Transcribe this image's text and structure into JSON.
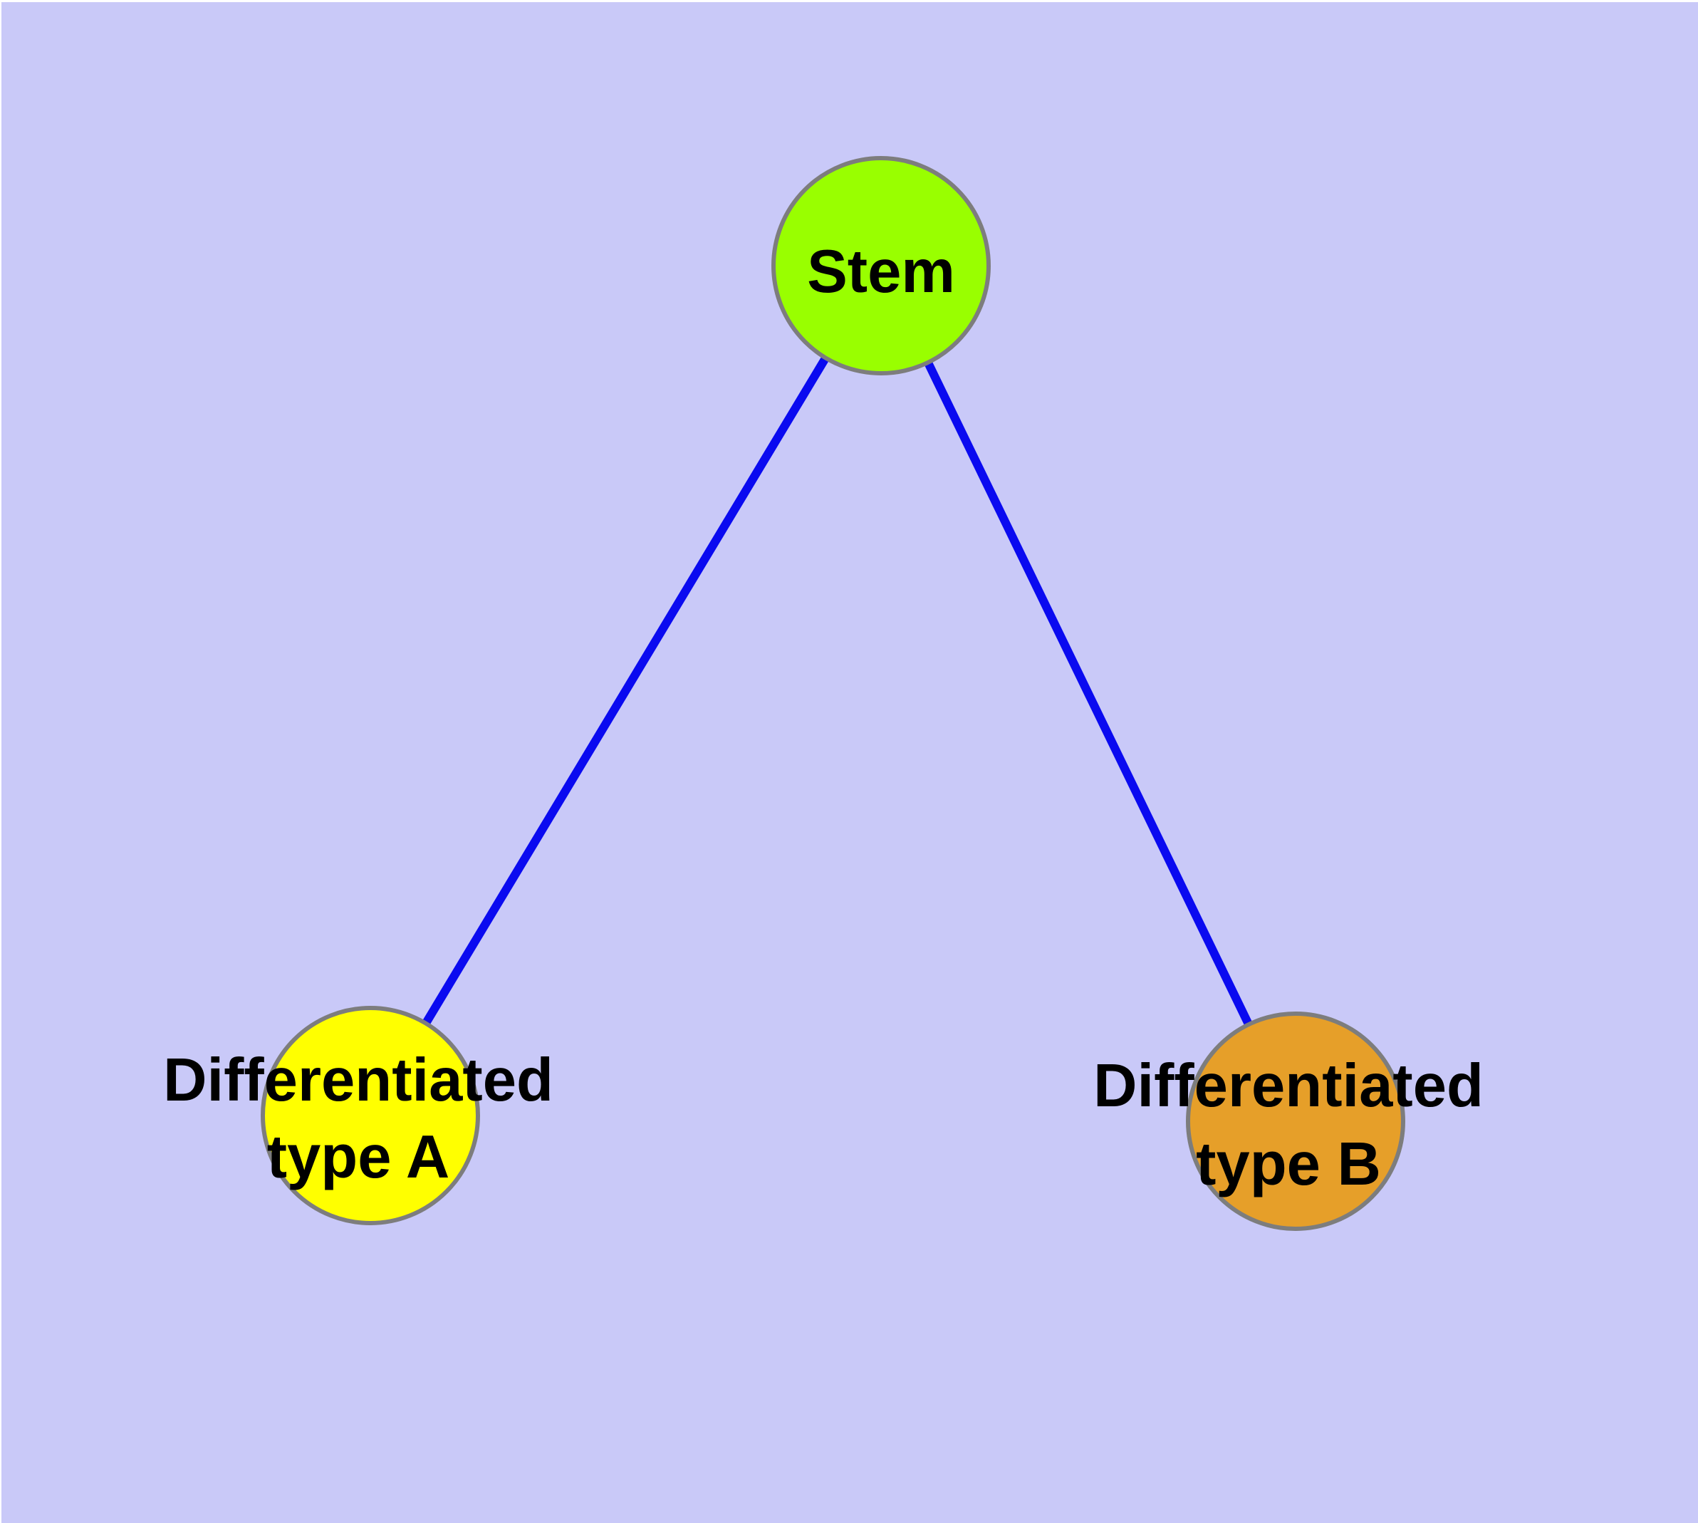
{
  "diagram": {
    "background_color": "#C9C9F8",
    "page_edge_artifact_color": "#FFFFFF",
    "node_border_color": "#7D7D7D",
    "edge_color": "#0A0AF0",
    "label_color": "#000000",
    "nodes": {
      "stem": {
        "label": "Stem",
        "fill": "#99FF00"
      },
      "type_a": {
        "label_line1": "Differentiated",
        "label_line2": "type A",
        "fill": "#FFFF00"
      },
      "type_b": {
        "label_line1": "Differentiated",
        "label_line2": "type B",
        "fill": "#E69F29"
      }
    },
    "edges": [
      {
        "from": "stem",
        "to": "type_a"
      },
      {
        "from": "stem",
        "to": "type_b"
      }
    ]
  }
}
